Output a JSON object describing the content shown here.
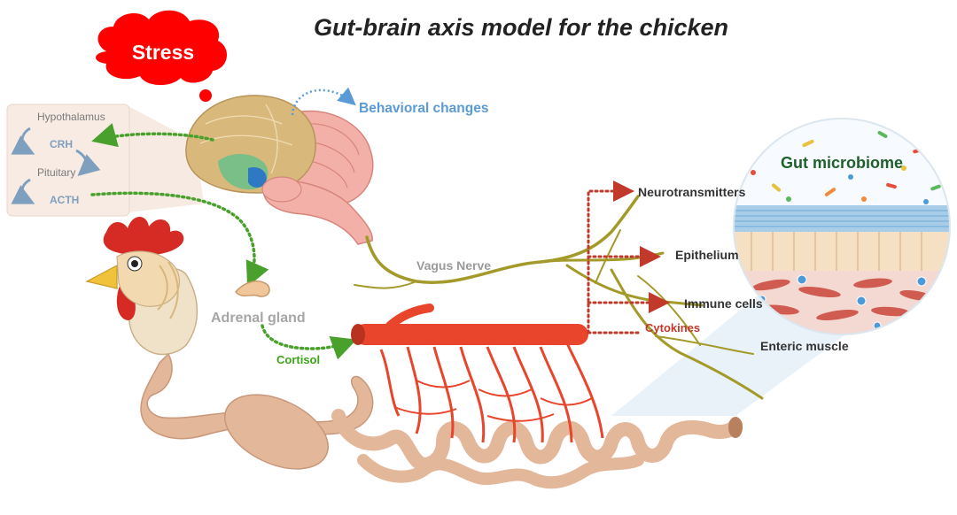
{
  "title": "Gut-brain axis model for the chicken",
  "stress_label": "Stress",
  "hpa": {
    "hypothalamus": "Hypothalamus",
    "crh": "CRH",
    "pituitary": "Pituitary",
    "acth": "ACTH"
  },
  "behavioral_changes": "Behavioral changes",
  "adrenal_gland": "Adrenal gland",
  "cortisol": "Cortisol",
  "vagus_nerve": "Vagus Nerve",
  "targets": {
    "neurotransmitters": "Neurotransmitters",
    "epithelium": "Epithelium",
    "immune_cells": "Immune cells",
    "cytokines": "Cytokines",
    "enteric_muscle": "Enteric muscle"
  },
  "gut_microbiome": "Gut microbiome",
  "colors": {
    "stress_red": "#ff0000",
    "behavior_blue": "#5b9bd5",
    "cortisol_green": "#3aa517",
    "hpa_arrow_green": "#4aa02c",
    "cytokine_red": "#c0392b",
    "nerve_olive": "#a39a2a",
    "vessel_red": "#e8452c",
    "gut_tan": "#e2b79a",
    "brain_pink": "#f2b0a8"
  }
}
